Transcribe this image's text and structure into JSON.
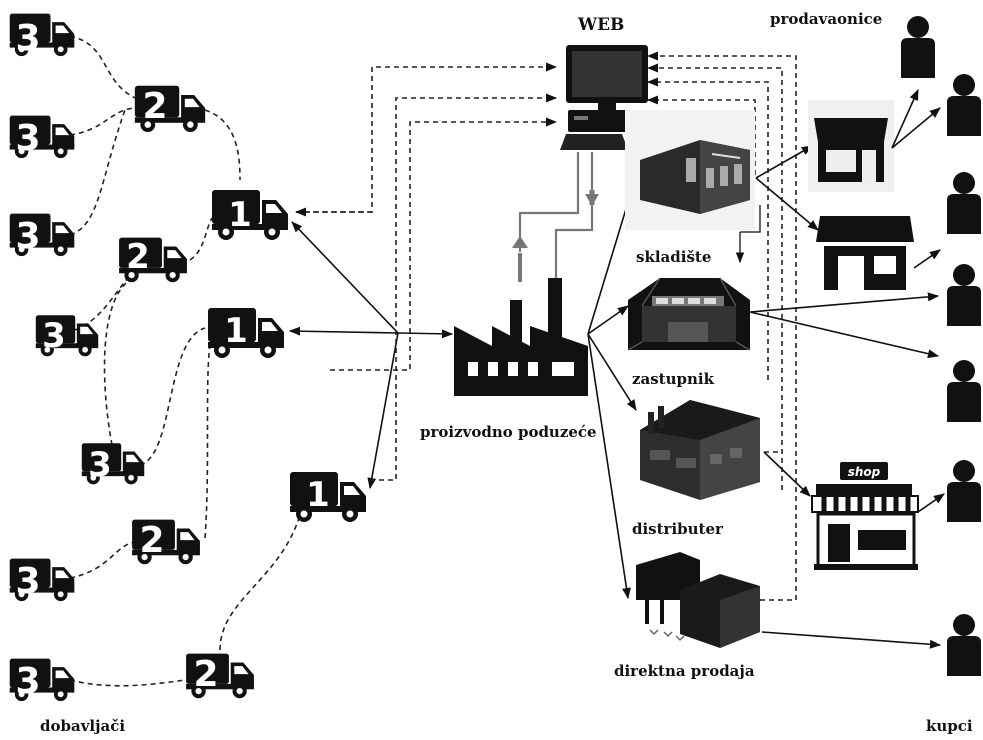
{
  "labels": {
    "web": "WEB",
    "prodavaonice": "prodavaonice",
    "skladiste": "skladište",
    "zastupnik": "zastupnik",
    "proizvodno": "proizvodno poduzeće",
    "distributer": "distributer",
    "direktna": "direktna prodaja",
    "dobavljaci": "dobavljači",
    "kupci": "kupci",
    "shop_sign": "shop"
  },
  "suppliers": [
    {
      "tier": "3"
    },
    {
      "tier": "2"
    },
    {
      "tier": "3"
    },
    {
      "tier": "3"
    },
    {
      "tier": "1"
    },
    {
      "tier": "2"
    },
    {
      "tier": "3"
    },
    {
      "tier": "1"
    },
    {
      "tier": "3"
    },
    {
      "tier": "2"
    },
    {
      "tier": "3"
    },
    {
      "tier": "1"
    },
    {
      "tier": "3"
    },
    {
      "tier": "2"
    }
  ],
  "colors": {
    "ink": "#111111",
    "arrow_gray": "#777777",
    "background": "#ffffff"
  }
}
